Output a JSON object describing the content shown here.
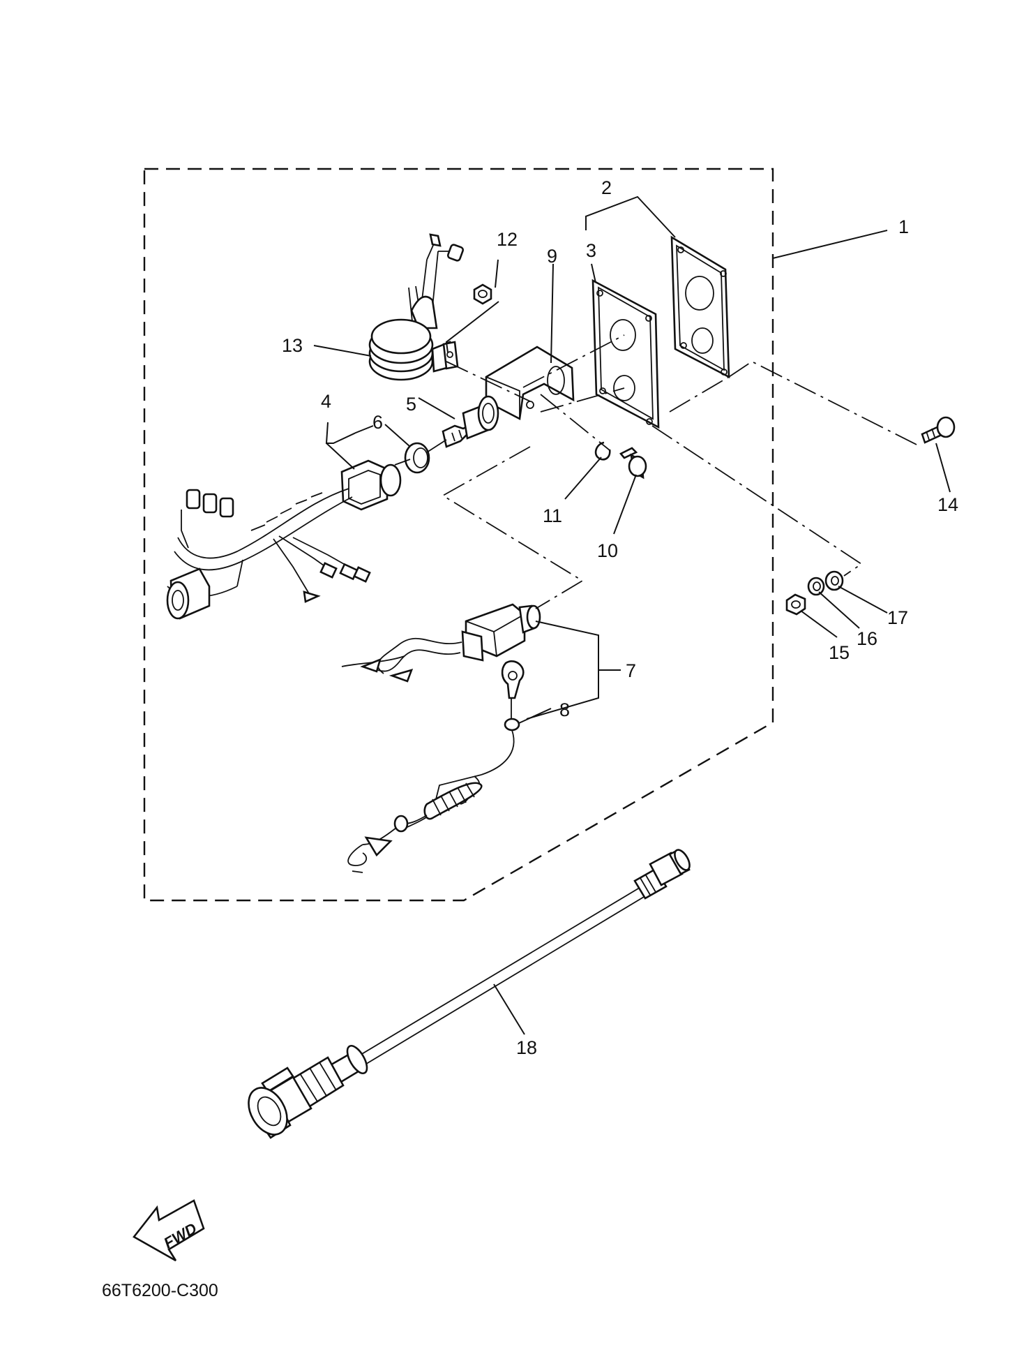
{
  "diagram_code": "66T6200-C300",
  "fwd_label": "FWD",
  "callouts": {
    "c1": "1",
    "c2": "2",
    "c3": "3",
    "c4": "4",
    "c5": "5",
    "c6": "6",
    "c7": "7",
    "c8": "8",
    "c9": "9",
    "c10": "10",
    "c11": "11",
    "c12": "12",
    "c13": "13",
    "c14": "14",
    "c15": "15",
    "c16": "16",
    "c17": "17",
    "c18": "18"
  }
}
